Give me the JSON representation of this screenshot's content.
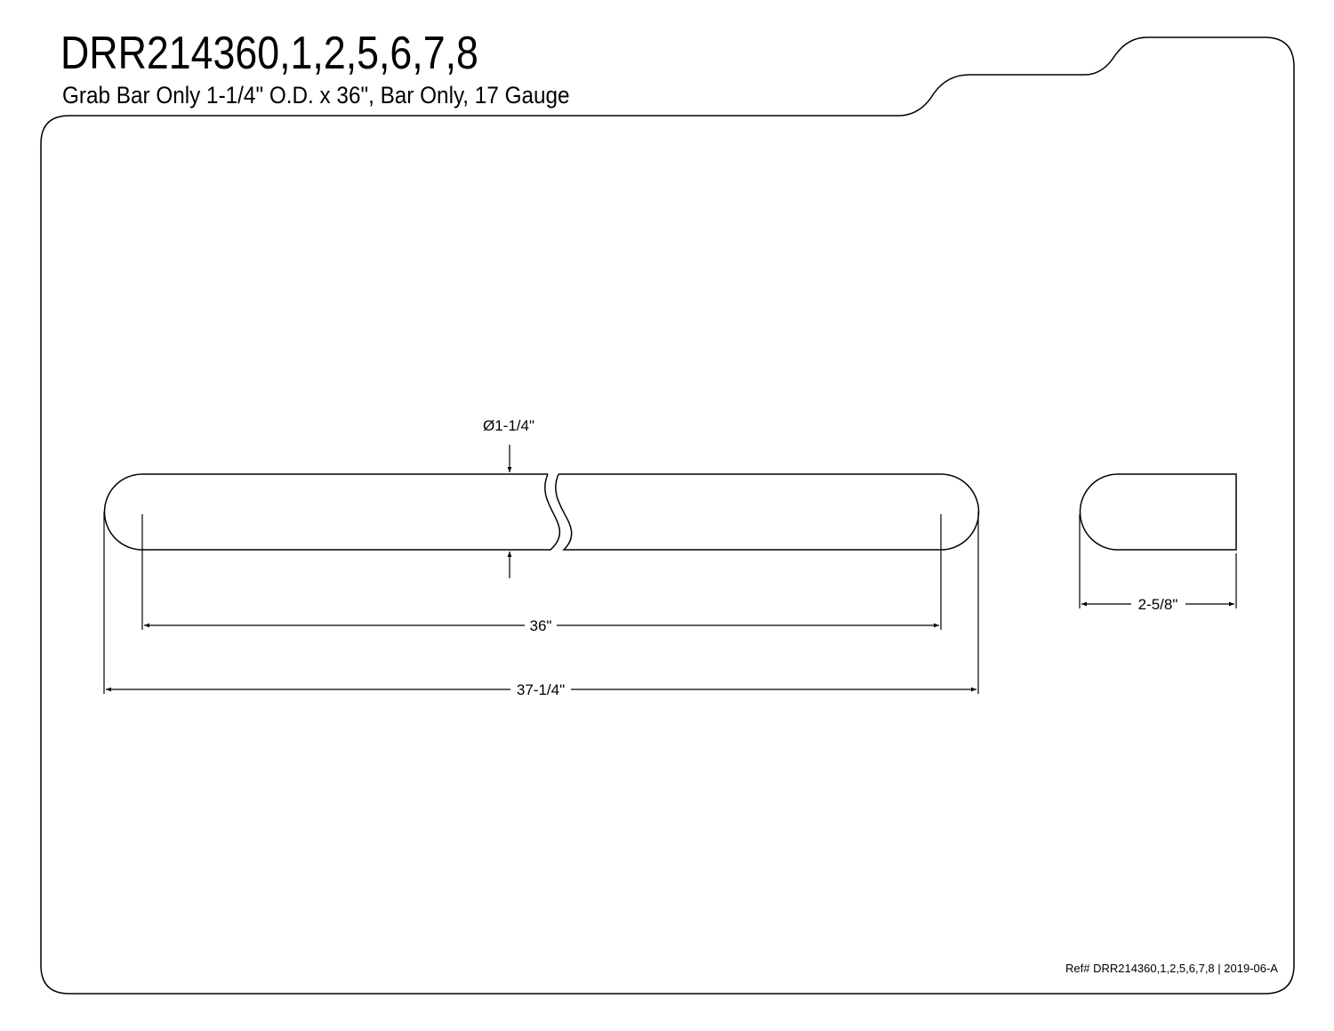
{
  "header": {
    "title": "DRR214360,1,2,5,6,7,8",
    "subtitle": "Grab Bar Only 1-1/4\" O.D. x 36\", Bar Only, 17 Gauge"
  },
  "dimensions": {
    "diameter": "Ø1-1/4\"",
    "bar_length": "36\"",
    "overall_length": "37-1/4\"",
    "end_view_length": "2-5/8\""
  },
  "footer": {
    "reference": "Ref# DRR214360,1,2,5,6,7,8 | 2019-06-A"
  },
  "colors": {
    "line": "#000000",
    "background": "#ffffff"
  }
}
